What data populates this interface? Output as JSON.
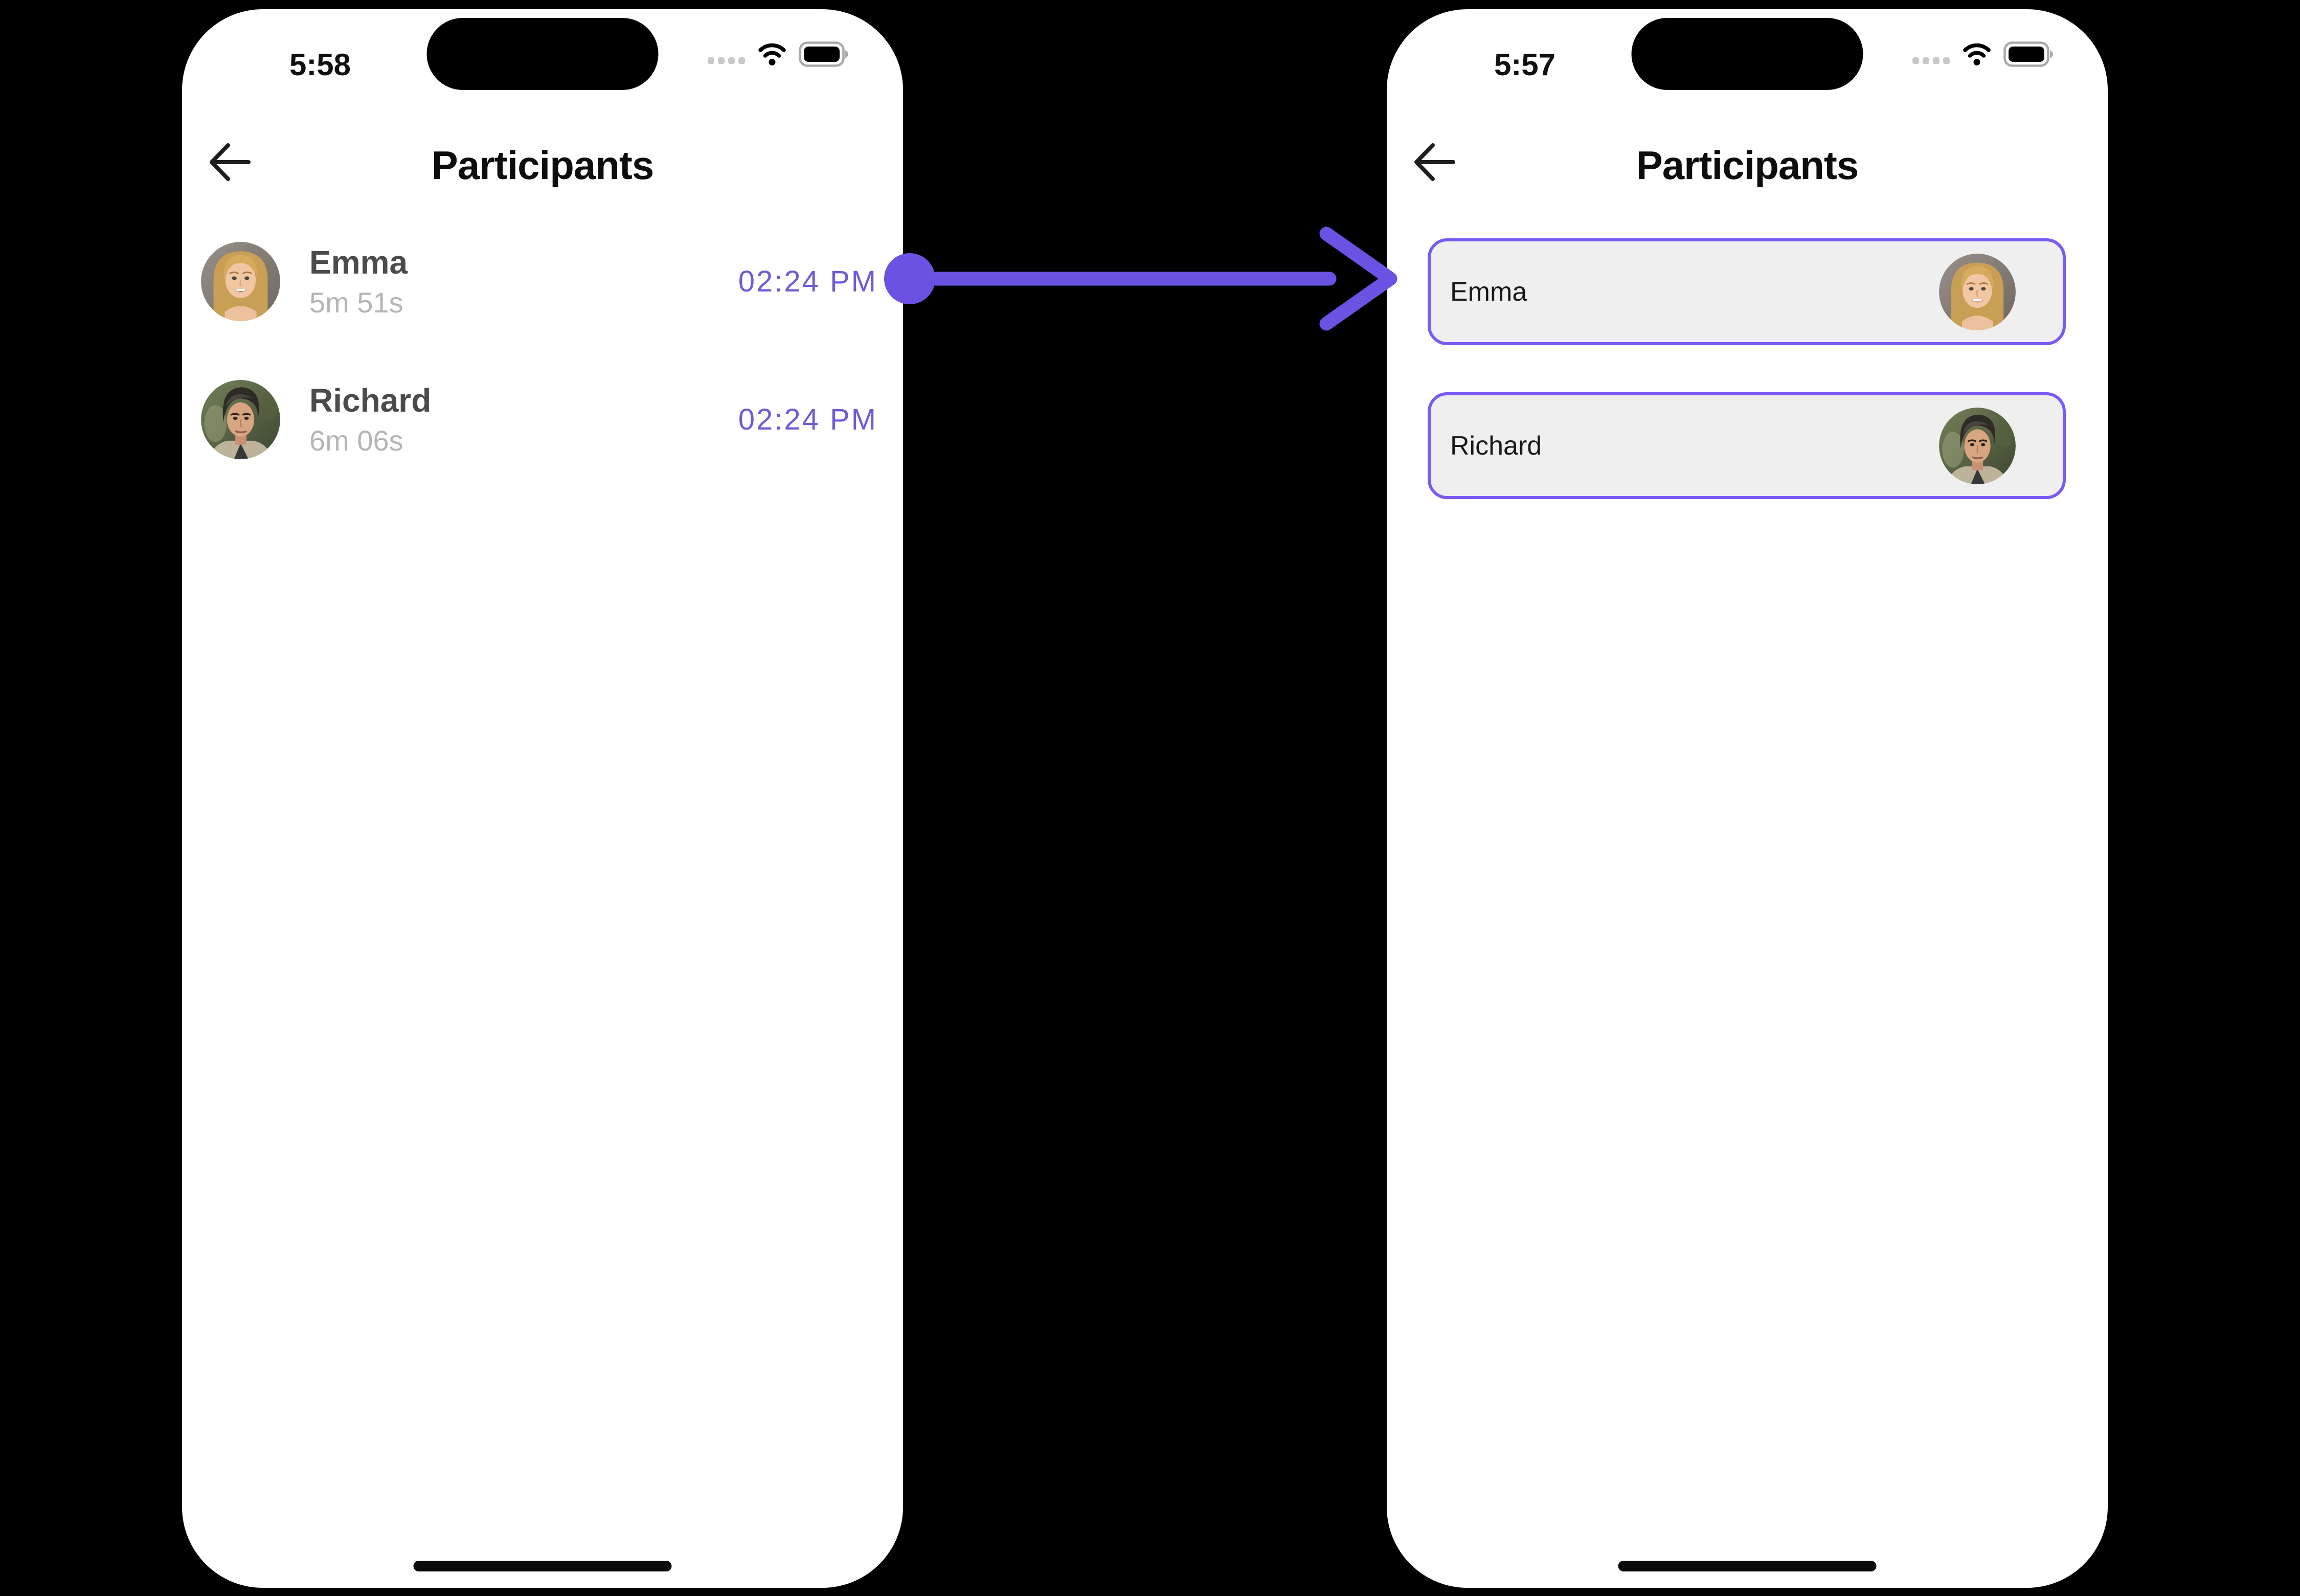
{
  "colors": {
    "page-bg": "#000000",
    "phone-bg": "#ffffff",
    "title-text": "#0d0d0d",
    "name-text": "#4b4b4b",
    "muted-text": "#b5b5b5",
    "time-text": "#6f5bd8",
    "accent": "#6c52e2",
    "card-border": "#7a5af5",
    "card-bg": "#efefef"
  },
  "icons": {
    "back": "back-arrow-icon",
    "cellular": "cellular-dots-icon",
    "wifi": "wifi-icon",
    "battery": "battery-icon",
    "home": "home-indicator",
    "annotation": "transition-arrow"
  },
  "left_phone": {
    "status_time": "5:58",
    "title": "Participants",
    "participants": [
      {
        "name": "Emma",
        "duration": "5m 51s",
        "time": "02:24 PM"
      },
      {
        "name": "Richard",
        "duration": "6m 06s",
        "time": "02:24 PM"
      }
    ]
  },
  "right_phone": {
    "status_time": "5:57",
    "title": "Participants",
    "participants": [
      {
        "name": "Emma"
      },
      {
        "name": "Richard"
      }
    ]
  }
}
